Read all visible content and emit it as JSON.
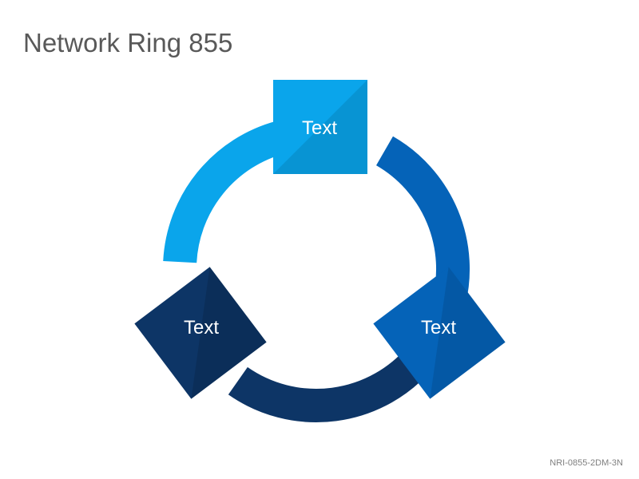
{
  "slide": {
    "title": "Network Ring 855",
    "footer_code": "NRI-0855-2DM-3N"
  },
  "diagram": {
    "type": "network-ring",
    "nodes": [
      {
        "id": "top",
        "label": "Text",
        "color": "#0aa5eb"
      },
      {
        "id": "right",
        "label": "Text",
        "color": "#0563b8"
      },
      {
        "id": "left",
        "label": "Text",
        "color": "#0d3566"
      }
    ],
    "arcs": [
      {
        "from": "top",
        "to": "right",
        "color": "#0563b8"
      },
      {
        "from": "right",
        "to": "left",
        "color": "#0d3566"
      },
      {
        "from": "left",
        "to": "top",
        "color": "#0aa5eb"
      }
    ]
  }
}
